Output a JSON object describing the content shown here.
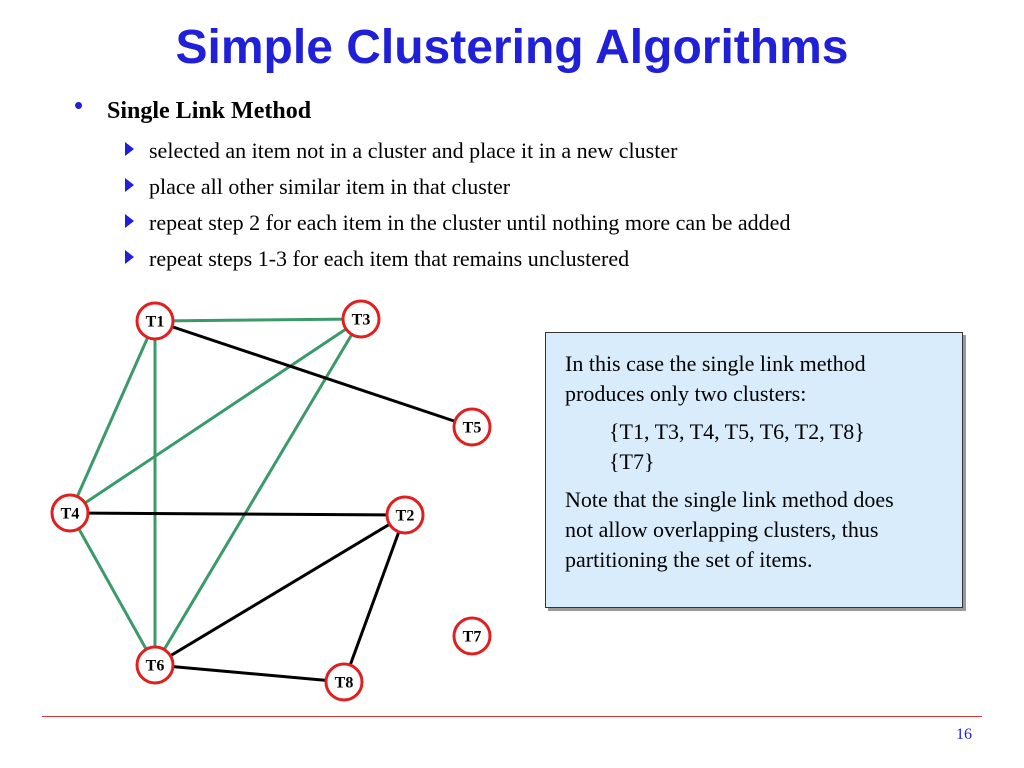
{
  "title": "Simple Clustering Algorithms",
  "main_bullet": "Single Link Method",
  "sub_bullets": [
    "selected an item not in a cluster and place it in a new cluster",
    "place all other similar item in that cluster",
    "repeat step 2 for each item in the cluster until nothing more can be added",
    "repeat steps 1-3 for each item that remains unclustered"
  ],
  "graph": {
    "nodes": [
      "T1",
      "T3",
      "T5",
      "T4",
      "T2",
      "T7",
      "T6",
      "T8"
    ],
    "edges": [
      {
        "from": "T1",
        "to": "T3",
        "color": "#3a9a6a"
      },
      {
        "from": "T1",
        "to": "T4",
        "color": "#3a9a6a"
      },
      {
        "from": "T1",
        "to": "T6",
        "color": "#3a9a6a"
      },
      {
        "from": "T3",
        "to": "T4",
        "color": "#3a9a6a"
      },
      {
        "from": "T3",
        "to": "T6",
        "color": "#3a9a6a"
      },
      {
        "from": "T4",
        "to": "T6",
        "color": "#3a9a6a"
      },
      {
        "from": "T1",
        "to": "T5",
        "color": "#000000"
      },
      {
        "from": "T4",
        "to": "T2",
        "color": "#000000"
      },
      {
        "from": "T2",
        "to": "T6",
        "color": "#000000"
      },
      {
        "from": "T2",
        "to": "T8",
        "color": "#000000"
      },
      {
        "from": "T6",
        "to": "T8",
        "color": "#000000"
      }
    ],
    "node_border_color": "#e02020"
  },
  "info": {
    "intro_line1": "In this case the single link method",
    "intro_line2": "produces only two clusters:",
    "cluster1": "{T1, T3, T4, T5, T6, T2, T8}",
    "cluster2": "{T7}",
    "note_line1": "Note that the single link method does",
    "note_line2": "not allow overlapping clusters, thus",
    "note_line3": "partitioning the set of items."
  },
  "page_number": "16",
  "colors": {
    "title": "#2020d8",
    "accent_red": "#e02020",
    "edge_green": "#3a9a6a",
    "box_fill": "#d8ecfc"
  }
}
